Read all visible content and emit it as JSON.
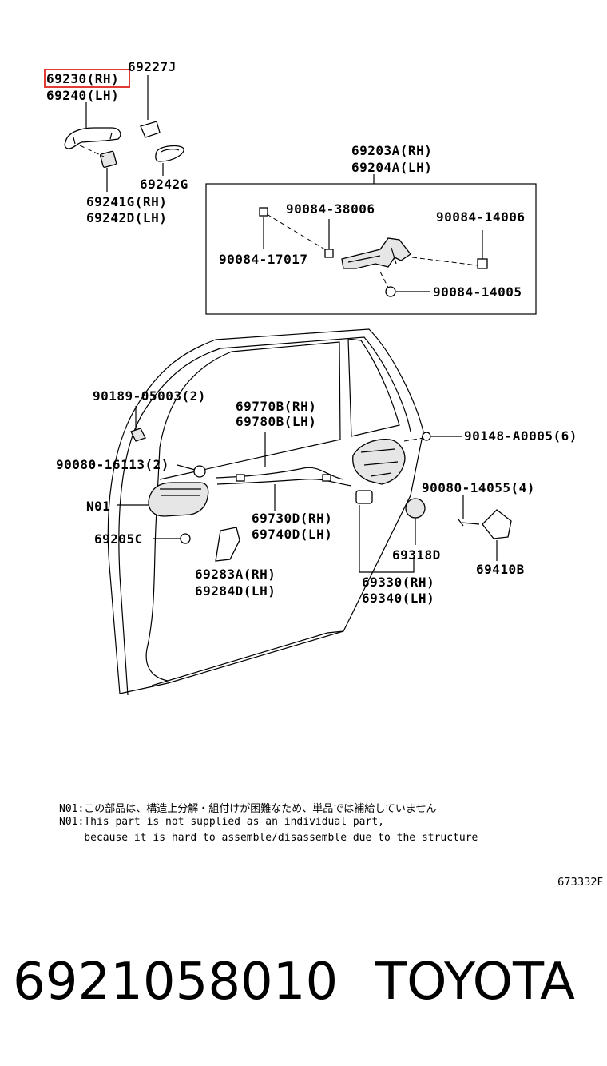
{
  "labels": {
    "p69230": "69230(RH)",
    "p69240": "69240(LH)",
    "p69227J": "69227J",
    "p69242G": "69242G",
    "p69241G": "69241G(RH)",
    "p69242D": "69242D(LH)",
    "p69203A": "69203A(RH)",
    "p69204A": "69204A(LH)",
    "p90084_38006": "90084-38006",
    "p90084_14006": "90084-14006",
    "p90084_17017": "90084-17017",
    "p90084_14005": "90084-14005",
    "p90189": "90189-05003(2)",
    "p69770B": "69770B(RH)",
    "p69780B": "69780B(LH)",
    "p90148": "90148-A0005(6)",
    "p90080_16113": "90080-16113(2)",
    "pN01": "N01",
    "p90080_14055": "90080-14055(4)",
    "p69205C": "69205C",
    "p69730D": "69730D(RH)",
    "p69740D": "69740D(LH)",
    "p69318D": "69318D",
    "p69410B": "69410B",
    "p69283A": "69283A(RH)",
    "p69284D": "69284D(LH)",
    "p69330": "69330(RH)",
    "p69340": "69340(LH)"
  },
  "notes": {
    "line_jp": "N01:この部品は、構造上分解・組付けが困難なため、単品では補給していません",
    "line_en1": "N01:This part is not supplied as an individual part,",
    "line_en2": "    because it is hard to assemble/disassemble due to the structure"
  },
  "illustration_code": "673332F",
  "footer": {
    "part_number": "6921058010",
    "brand": "TOYOTA"
  },
  "colors": {
    "highlight": "#e53935"
  }
}
